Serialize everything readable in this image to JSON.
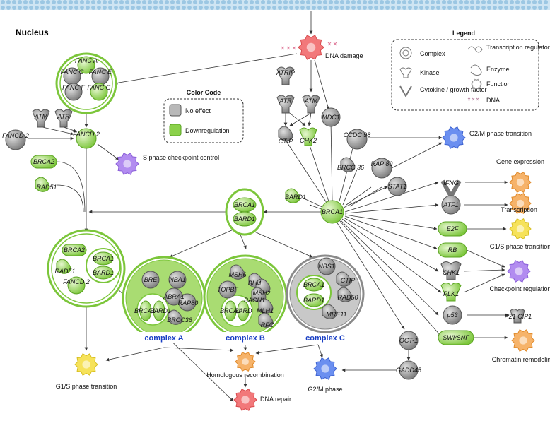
{
  "diagram": {
    "nucleus_label": "Nucleus",
    "legend": {
      "title": "Legend",
      "items": [
        "Complex",
        "Kinase",
        "Cytokine / growth factor",
        "Transcription regulator",
        "Enzyme",
        "Function",
        "DNA"
      ]
    },
    "color_code": {
      "title": "Color Code",
      "items": [
        "No effect",
        "Downregulation"
      ]
    },
    "colors": {
      "green": "#8bd14a",
      "green_dark": "#5aa321",
      "gray": "#9a9a9a",
      "gray_dark": "#555555",
      "membrane": "#a7cfe8",
      "red": "#f2787a",
      "orange": "#f6b36a",
      "yellow": "#f6e25a",
      "purple": "#b28cf0",
      "blue": "#6b8ff0"
    },
    "nodes": {
      "dna_damage": "DNA damage",
      "fanc_a": "FANC A",
      "fanc_c": "FANC C",
      "fanc_e": "FANC E",
      "fanc_f": "FANC F",
      "fanc_g": "FANC G",
      "atm_left": "ATM",
      "atr_left": "ATR",
      "fancd2_a": "FANCD 2",
      "fancd2_b": "FANCD 2",
      "brca2": "BRCA2",
      "rad51": "RAD51",
      "s_phase": "S phase checkpoint control",
      "atrip": "ATRIP",
      "atr": "ATR",
      "atm": "ATM",
      "mdc1": "MDC1",
      "ctip": "CTIP",
      "chk2": "CHK2",
      "ccdc98": "CCDC 98",
      "brcc36": "BRCC 36",
      "rap80": "RAP 80",
      "g2m_top": "G2/M phase transition",
      "stat1": "STAT1",
      "bard1_single": "BARD1",
      "brca1_center": "BRCA1",
      "ifng": "IFNG",
      "atf1": "ATF1",
      "e2f": "E2F",
      "rb": "RB",
      "chk1": "CHK1",
      "plk1": "PLK1",
      "p53": "p53",
      "swi_snf": "SWI/SNF",
      "gene_expression": "Gene expression",
      "transcription": "Transcription",
      "g1s_right": "G1/S phase transition",
      "checkpoint": "Checkpoint regulation",
      "p21": "P21 CIP1",
      "chromatin": "Chromatin remodeling",
      "oct1": "OCT-1",
      "gadd45": "GADD45",
      "brca1_bard1_top_1": "BRCA1",
      "brca1_bard1_top_2": "BARD1",
      "left_brca2": "BRCA2",
      "left_rad51": "RAD51",
      "left_fancd2": "FANCD 2",
      "left_brca1": "BRCA1",
      "left_bard1": "BARD1",
      "ca_bre": "BRE",
      "ca_nba1": "NBA1",
      "ca_abra1": "ABRA1",
      "ca_rap80": "RAP80",
      "ca_brcc36": "BRCC36",
      "ca_brca1": "BRCA1",
      "ca_bard1": "BARD1",
      "cb_msh6": "MSH6",
      "cb_topbf": "TOPBF",
      "cb_blm": "BLM",
      "cb_msh2": "MSH2",
      "cb_bach1": "BACH1",
      "cb_mlh1": "MLH1",
      "cb_brca1": "BRCA1",
      "cb_bard": "BARD",
      "cb_rfc": "RFC",
      "cc_nbs1": "NBS1",
      "cc_ctip": "CTIP",
      "cc_rad50": "RAD50",
      "cc_mre11": "MRE11",
      "cc_brca1": "BRCA1",
      "cc_bard1": "BARD1",
      "complex_a": "complex A",
      "complex_b": "complex B",
      "complex_c": "complex C",
      "hr": "Homologous recombination",
      "dna_repair": "DNA repair",
      "g1s_bottom": "G1/S phase transition",
      "g2m_bottom": "G2/M phase"
    }
  }
}
